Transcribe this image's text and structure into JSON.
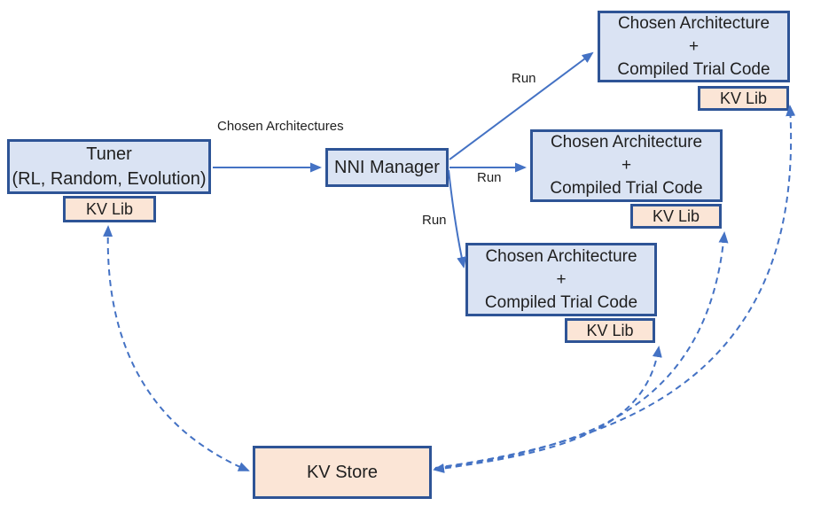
{
  "theme": {
    "node_fill": "#dae3f3",
    "node_border": "#2e5496",
    "store_fill": "#fbe5d6",
    "arrow_color": "#4472c4",
    "text_color": "#1f1f1f",
    "background": "#ffffff"
  },
  "nodes": {
    "tuner": {
      "lines": [
        "Tuner",
        "(RL, Random, Evolution)"
      ]
    },
    "tuner_kv_lib": {
      "label": "KV Lib"
    },
    "nni_manager": {
      "label": "NNI Manager"
    },
    "trial_top": {
      "lines": [
        "Chosen Architecture",
        "+",
        "Compiled Trial Code"
      ]
    },
    "trial_top_kv_lib": {
      "label": "KV Lib"
    },
    "trial_middle": {
      "lines": [
        "Chosen Architecture",
        "+",
        "Compiled Trial Code"
      ]
    },
    "trial_middle_kv_lib": {
      "label": "KV Lib"
    },
    "trial_bottom": {
      "lines": [
        "Chosen Architecture",
        "+",
        "Compiled Trial Code"
      ]
    },
    "trial_bottom_kv_lib": {
      "label": "KV Lib"
    },
    "kv_store": {
      "label": "KV Store"
    }
  },
  "edges": {
    "tuner_to_nni": {
      "label_lines": [
        "Chosen",
        "Architectures"
      ]
    },
    "nni_to_trial_top": {
      "label": "Run"
    },
    "nni_to_trial_middle": {
      "label": "Run"
    },
    "nni_to_trial_bottom": {
      "label": "Run"
    }
  }
}
